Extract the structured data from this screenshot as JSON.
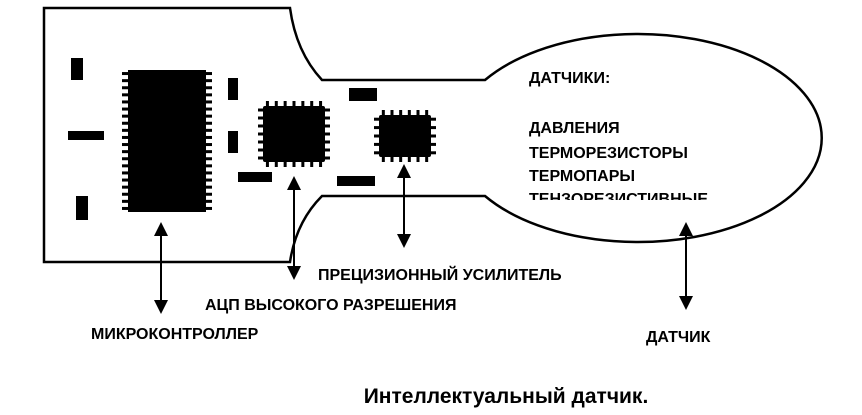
{
  "sensor_panel": {
    "heading": "ДАТЧИКИ:",
    "items": [
      "ДАВЛЕНИЯ",
      "ТЕРМОРЕЗИСТОРЫ",
      "ТЕРМОПАРЫ",
      "ТЕНЗОРЕЗИСТИВНЫЕ"
    ]
  },
  "labels": {
    "amplifier": "ПРЕЦИЗИОННЫЙ УСИЛИТЕЛЬ",
    "adc": "АЦП ВЫСОКОГО РАЗРЕШЕНИЯ",
    "microcontroller": "МИКРОКОНТРОЛЛЕР",
    "sensor": "ДАТЧИК"
  },
  "caption": "Интеллектуальный датчик."
}
